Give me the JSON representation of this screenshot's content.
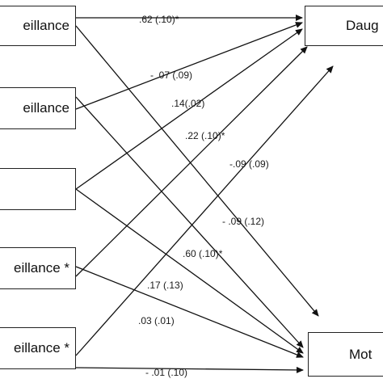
{
  "diagram": {
    "predictors": [
      {
        "id": "p1",
        "label": "eillance"
      },
      {
        "id": "p2",
        "label": "eillance"
      },
      {
        "id": "p3",
        "label": ""
      },
      {
        "id": "p4",
        "label": "eillance *"
      },
      {
        "id": "p5",
        "label": "eillance *"
      }
    ],
    "outcomes": [
      {
        "id": "o1",
        "label": "Daug"
      },
      {
        "id": "o2",
        "label": "Mot"
      }
    ],
    "paths": [
      {
        "from": "p1",
        "to": "o1",
        "coefficient": ".62 (.10)*"
      },
      {
        "from": "p2",
        "to": "o1",
        "coefficient": "- .07 (.09)"
      },
      {
        "from": "p3",
        "to": "o1",
        "coefficient": ".14(.02)"
      },
      {
        "from": "p4",
        "to": "o1",
        "coefficient": ".22 (.10)*"
      },
      {
        "from": "p5",
        "to": "o1",
        "coefficient": "-.09 (.09)"
      },
      {
        "from": "p1",
        "to": "o2",
        "coefficient": "- .09 (.12)"
      },
      {
        "from": "p2",
        "to": "o2",
        "coefficient": ".60 (.10)*"
      },
      {
        "from": "p3",
        "to": "o2",
        "coefficient": ".17 (.13)"
      },
      {
        "from": "p4",
        "to": "o2",
        "coefficient": ".03 (.01)"
      },
      {
        "from": "p5",
        "to": "o2",
        "coefficient": "- .01 (.10)"
      }
    ]
  }
}
